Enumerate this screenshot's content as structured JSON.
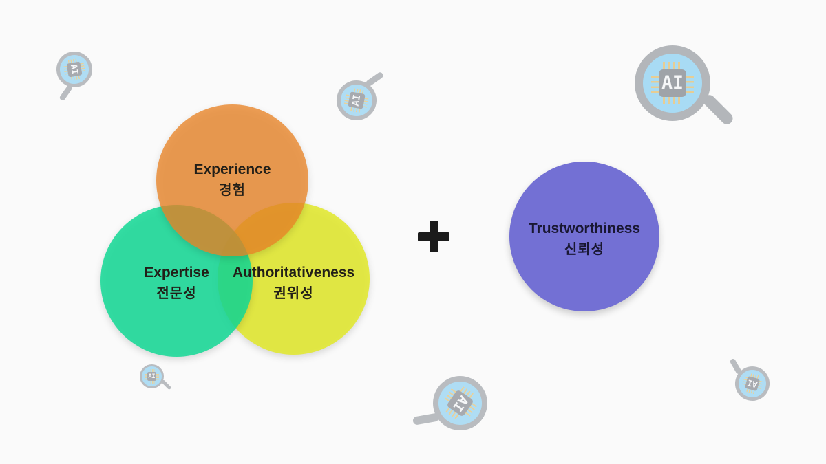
{
  "page": {
    "background": "#FAFAFA"
  },
  "venn": {
    "circles": [
      {
        "id": "experience",
        "title": "Experience",
        "subtitle": "경험",
        "color": "#E98426"
      },
      {
        "id": "expertise",
        "title": "Expertise",
        "subtitle": "전문성",
        "color": "#12D894"
      },
      {
        "id": "authoritativeness",
        "title": "Authoritativeness",
        "subtitle": "권위성",
        "color": "#E0E828"
      }
    ]
  },
  "plus": {
    "symbol": "+"
  },
  "trust": {
    "title": "Trustworthiness",
    "subtitle": "신뢰성",
    "color": "#7370D4"
  },
  "decor": {
    "ai_chip_label": "AI",
    "icon_name": "ai-search-magnifier",
    "lens_color": "#66C2F0",
    "frame_color": "#7A8087",
    "pin_color": "#D9A93F",
    "icon_count": 6
  }
}
